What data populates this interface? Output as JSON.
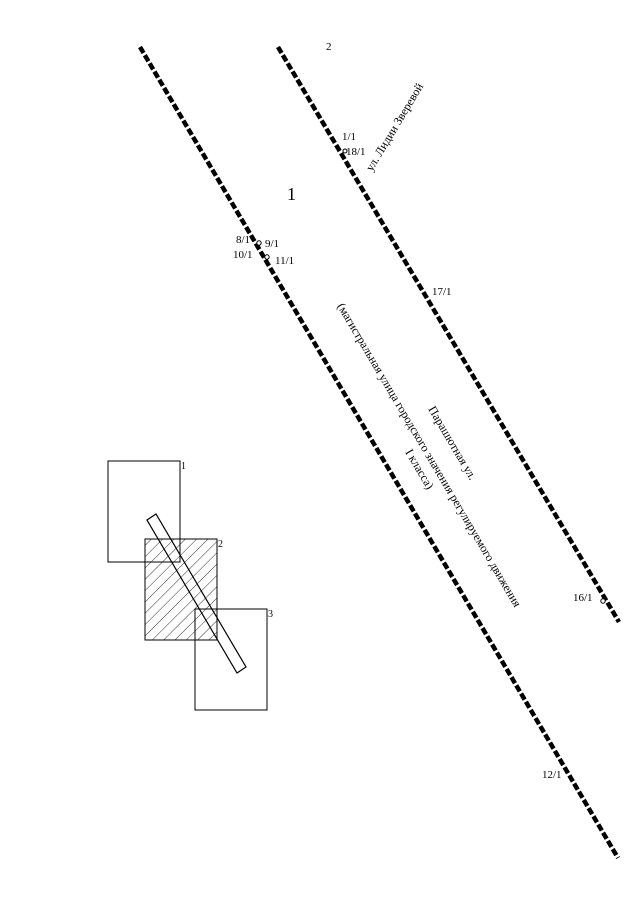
{
  "map": {
    "zone_labels": {
      "zone_1": "1",
      "zone_2": "2"
    },
    "street_labels": {
      "zvereva": "ул. Лидии Зверевой",
      "parashyutnaya_name": "Парашютная ул.",
      "parashyutnaya_desc1": "(магистральная улица городского значения регулируемого движения",
      "parashyutnaya_desc2": "I класса)"
    },
    "point_labels": {
      "p1_1": "1/1",
      "p18_1": "18/1",
      "p8_1": "8/1",
      "p9_1": "9/1",
      "p10_1": "10/1",
      "p11_1": "11/1",
      "p17_1": "17/1",
      "p16_1": "16/1",
      "p12_1": "12/1"
    },
    "box_labels": {
      "box1": "1",
      "box2": "2",
      "box3": "3"
    },
    "colors": {
      "line": "#000000",
      "background": "#ffffff"
    }
  }
}
